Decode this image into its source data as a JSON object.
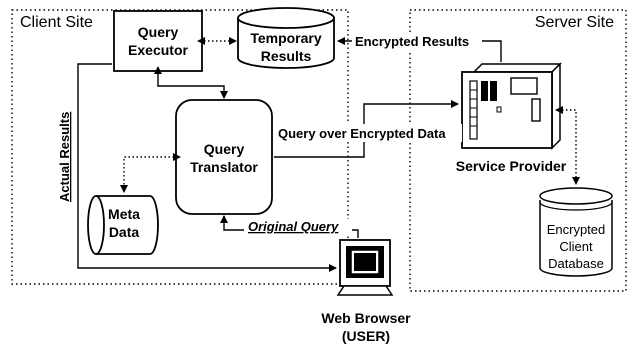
{
  "regions": {
    "client_site": "Client Site",
    "server_site": "Server Site"
  },
  "nodes": {
    "query_executor": {
      "line1": "Query",
      "line2": "Executor"
    },
    "temporary_results": {
      "line1": "Temporary",
      "line2": "Results"
    },
    "query_translator": {
      "line1": "Query",
      "line2": "Translator"
    },
    "meta_data": {
      "line1": "Meta",
      "line2": "Data"
    },
    "service_provider": "Service Provider",
    "encrypted_client_database": {
      "line1": "Encrypted",
      "line2": "Client",
      "line3": "Database"
    },
    "web_browser": {
      "line1": "Web Browser",
      "line2": "(USER)"
    }
  },
  "edges": {
    "encrypted_results": "Encrypted Results",
    "query_over_encrypted_data": "Query over Encrypted Data",
    "original_query": "Original Query",
    "actual_results": "Actual Results"
  },
  "colors": {
    "stroke": "#000000",
    "dotted": "#7f7f7f",
    "background": "#ffffff",
    "screen": "#000000"
  }
}
